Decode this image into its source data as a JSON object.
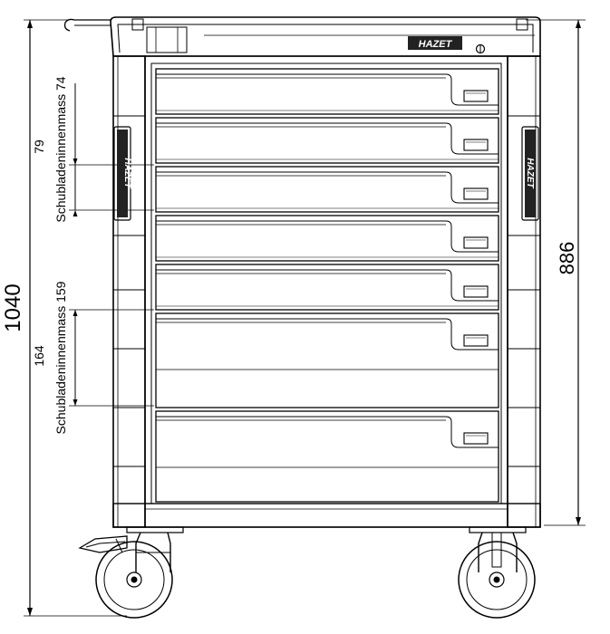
{
  "brand": {
    "logo_text": "HAZET"
  },
  "dimensions": {
    "total_height": "1040",
    "body_height": "886",
    "small_drawer_pitch": "79",
    "small_drawer_inner_label": "Schubladeninnenmass 74",
    "large_drawer_pitch": "164",
    "large_drawer_inner_label": "Schubladeninnenmass 159"
  },
  "drawer_count": 7,
  "colors": {
    "line": "#000000",
    "logo_bg": "#222222",
    "background": "#ffffff"
  }
}
